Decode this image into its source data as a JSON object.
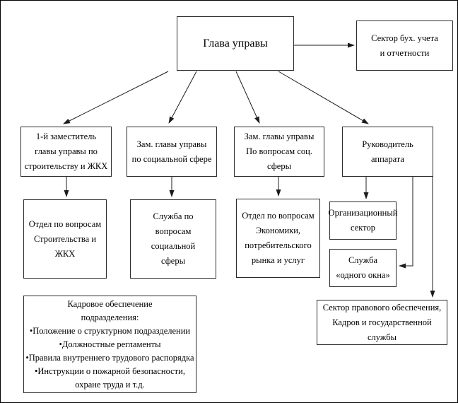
{
  "page": {
    "background_color": "#ffffff",
    "line_color": "#1c1c1c",
    "border_color": "#000000",
    "text_color": "#000000"
  },
  "diagram": {
    "type": "org-chart",
    "nodes": {
      "glava": {
        "label": "Глава управы"
      },
      "sektor_buh": {
        "label": "Сектор бух. учета\nи отчетности"
      },
      "zam_stroy": {
        "label": "1-й заместитель\nглавы управы по\nстроительству и ЖКХ"
      },
      "zam_soc": {
        "label": "Зам. главы управы\nпо социальной сфере"
      },
      "zam_voprosy": {
        "label": "Зам. главы управы\nПо вопросам соц.\nсферы"
      },
      "rukovoditel": {
        "label": "Руководитель\nаппарата"
      },
      "otdel_stroy": {
        "label": "Отдел по вопросам\nСтроительства и ЖКХ"
      },
      "sluzhba_soc": {
        "label": "Служба по\nвопросам социальной\nсферы"
      },
      "otdel_ekonomiki": {
        "label": "Отдел по вопросам\nЭкономики,\nпотребительского\nрынка и услуг"
      },
      "org_sektor": {
        "label": "Организационный\nсектор"
      },
      "sluzhba_okna": {
        "label": "Служба\n«одного окна»"
      },
      "sektor_pravovogo": {
        "label": "Сектор правового обеспечения,\nКадров и государственной службы"
      },
      "kadrovoe": {
        "label": "Кадровое обеспечение\nподразделения:\n•Положение о структурном подразделении\n•Должностные регламенты\n•Правила внутреннего трудового распорядка\n•Инструкции о пожарной безопасности,\nохране труда и т.д."
      }
    },
    "edges": [
      {
        "from": "glava",
        "to": "sektor_buh"
      },
      {
        "from": "glava",
        "to": "zam_stroy"
      },
      {
        "from": "glava",
        "to": "zam_soc"
      },
      {
        "from": "glava",
        "to": "zam_voprosy"
      },
      {
        "from": "glava",
        "to": "rukovoditel"
      },
      {
        "from": "zam_stroy",
        "to": "otdel_stroy"
      },
      {
        "from": "zam_soc",
        "to": "sluzhba_soc"
      },
      {
        "from": "zam_voprosy",
        "to": "otdel_ekonomiki"
      },
      {
        "from": "rukovoditel",
        "to": "org_sektor"
      },
      {
        "from": "rukovoditel",
        "to": "sluzhba_okna"
      },
      {
        "from": "rukovoditel",
        "to": "sektor_pravovogo"
      }
    ]
  }
}
